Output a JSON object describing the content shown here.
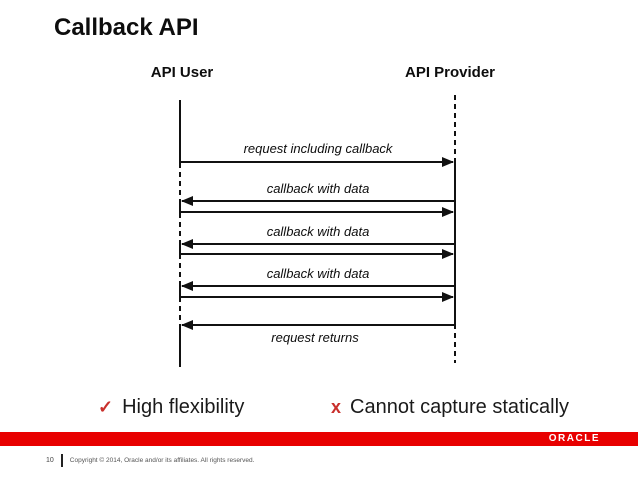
{
  "slide": {
    "title": "Callback API",
    "page_number": "10",
    "copyright": "Copyright © 2014, Oracle and/or its affiliates. All rights reserved.",
    "logo_text": "ORACLE"
  },
  "diagram": {
    "type": "uml-sequence",
    "left_actor": "API User",
    "right_actor": "API Provider",
    "messages": [
      {
        "label": "request including callback",
        "direction": "right",
        "from": "API User",
        "to": "API Provider"
      },
      {
        "label": "callback with data",
        "direction": "left",
        "from": "API Provider",
        "to": "API User",
        "has_return": true
      },
      {
        "label": "callback with data",
        "direction": "left",
        "from": "API Provider",
        "to": "API User",
        "has_return": true
      },
      {
        "label": "callback with data",
        "direction": "left",
        "from": "API Provider",
        "to": "API User",
        "has_return": true
      },
      {
        "label": "request returns",
        "direction": "left",
        "from": "API Provider",
        "to": "API User"
      }
    ]
  },
  "bullets": [
    {
      "marker": "✓",
      "text": "High flexibility",
      "type": "pro"
    },
    {
      "marker": "x",
      "text": "Cannot capture statically",
      "type": "con"
    }
  ],
  "colors": {
    "accent_red": "#e80000",
    "marker_red": "#c9302c",
    "line_black": "#111111",
    "footer_gray": "#555555"
  }
}
